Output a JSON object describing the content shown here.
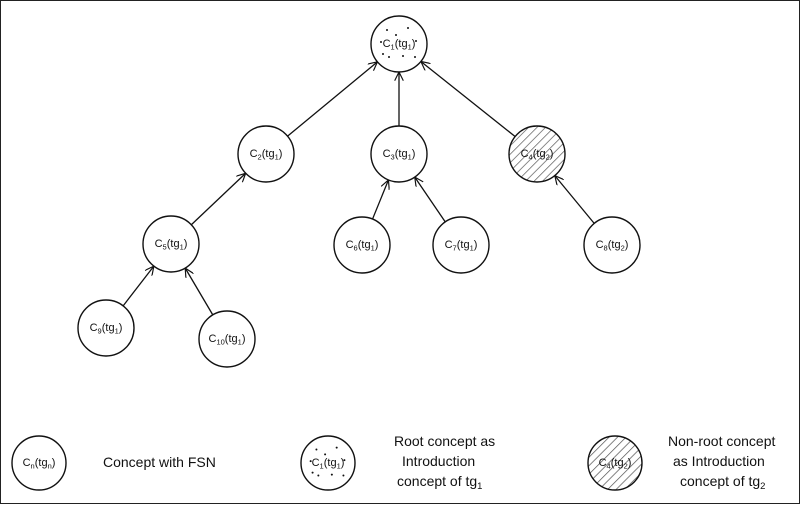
{
  "diagram": {
    "nodes": {
      "c1": {
        "main": "C",
        "sub": "1",
        "mid": "(tg",
        "sub2": "1",
        "end": ")",
        "style": "dotted"
      },
      "c2": {
        "main": "C",
        "sub": "2",
        "mid": "(tg",
        "sub2": "1",
        "end": ")",
        "style": "plain"
      },
      "c3": {
        "main": "C",
        "sub": "3",
        "mid": "(tg",
        "sub2": "1",
        "end": ")",
        "style": "plain"
      },
      "c4": {
        "main": "C",
        "sub": "4",
        "mid": "(tg",
        "sub2": "2",
        "end": ")",
        "style": "hatched"
      },
      "c5": {
        "main": "C",
        "sub": "5",
        "mid": "(tg",
        "sub2": "1",
        "end": ")",
        "style": "plain"
      },
      "c6": {
        "main": "C",
        "sub": "6",
        "mid": "(tg",
        "sub2": "1",
        "end": ")",
        "style": "plain"
      },
      "c7": {
        "main": "C",
        "sub": "7",
        "mid": "(tg",
        "sub2": "1",
        "end": ")",
        "style": "plain"
      },
      "c8": {
        "main": "C",
        "sub": "8",
        "mid": "(tg",
        "sub2": "2",
        "end": ")",
        "style": "plain"
      },
      "c9": {
        "main": "C",
        "sub": "9",
        "mid": "(tg",
        "sub2": "1",
        "end": ")",
        "style": "plain"
      },
      "c10": {
        "main": "C",
        "sub": "10",
        "mid": "(tg",
        "sub2": "1",
        "end": ")",
        "style": "plain"
      }
    },
    "edges": [
      {
        "from": "c2",
        "to": "c1"
      },
      {
        "from": "c3",
        "to": "c1"
      },
      {
        "from": "c4",
        "to": "c1"
      },
      {
        "from": "c5",
        "to": "c2"
      },
      {
        "from": "c6",
        "to": "c3"
      },
      {
        "from": "c7",
        "to": "c3"
      },
      {
        "from": "c8",
        "to": "c4"
      },
      {
        "from": "c9",
        "to": "c5"
      },
      {
        "from": "c10",
        "to": "c5"
      }
    ]
  },
  "legend": {
    "item1": {
      "node": {
        "main": "C",
        "sub": "n",
        "mid": "(tg",
        "sub2": "n",
        "end": ")",
        "style": "plain"
      },
      "label_line1": "Concept with FSN"
    },
    "item2": {
      "node": {
        "main": "C",
        "sub": "1",
        "mid": "(tg",
        "sub2": "1",
        "end": ")",
        "style": "dotted"
      },
      "label_line1": "Root concept as",
      "label_line2": "Introduction",
      "label_line3_main": "concept of tg",
      "label_line3_sub": "1"
    },
    "item3": {
      "node": {
        "main": "C",
        "sub": "4",
        "mid": "(tg",
        "sub2": "2",
        "end": ")",
        "style": "hatched"
      },
      "label_line1": "Non-root concept",
      "label_line2": "as Introduction",
      "label_line3_main": "concept of tg",
      "label_line3_sub": "2"
    }
  },
  "colors": {
    "stroke": "#111111",
    "fill": "#ffffff",
    "hatch": "#555555",
    "dots": "#111111"
  }
}
